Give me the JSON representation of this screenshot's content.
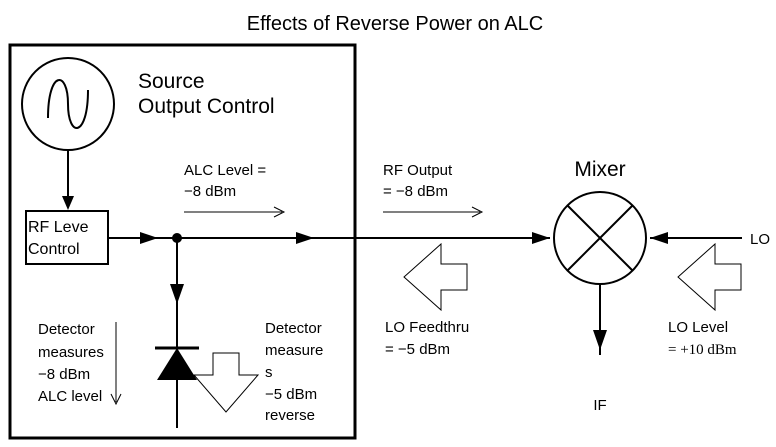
{
  "title": "Effects of Reverse Power on ALC",
  "source": {
    "line1": "Source",
    "line2": "Output Control"
  },
  "rf_level_control": {
    "line1": "RF Leve",
    "line2": "Control"
  },
  "alc_level": {
    "line1": "ALC Level =",
    "line2": "−8 dBm"
  },
  "rf_output": {
    "line1": "RF Output",
    "line2": "= −8 dBm"
  },
  "mixer": "Mixer",
  "lo": "LO",
  "if": "IF",
  "detector_left": {
    "line1": "Detector",
    "line2": "measures",
    "line3": "−8 dBm",
    "line4": "ALC level"
  },
  "detector_right": {
    "line1": "Detector",
    "line2": "measure",
    "line3": "s",
    "line4": "−5 dBm",
    "line5": "reverse"
  },
  "lo_feedthru": {
    "line1": "LO Feedthru",
    "line2": "= −5 dBm"
  },
  "lo_level": {
    "line1": "LO Level",
    "line2": "= +10 dBm"
  }
}
